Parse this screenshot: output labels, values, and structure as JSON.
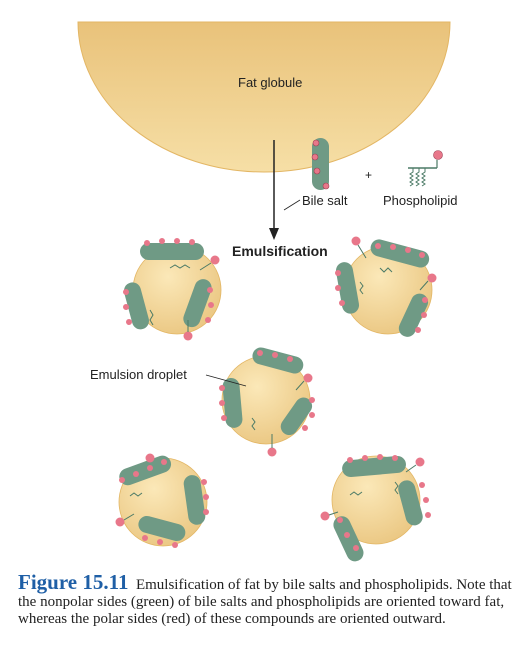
{
  "labels": {
    "fat_globule": "Fat globule",
    "bile_salt": "Bile salt",
    "plus": "+",
    "phospholipid": "Phospholipid",
    "emulsification": "Emulsification",
    "emulsion_droplet": "Emulsion droplet"
  },
  "caption": {
    "figure_number": "Figure 15.11",
    "text": "Emulsification of fat by bile salts and phospholipids. Note that the nonpolar sides (green) of bile salts and phospholipids are oriented toward fat, whereas the polar sides (red) of these compounds are oriented outward."
  },
  "colors": {
    "fat": "#f2d491",
    "fat_edge": "#e3b664",
    "nonpolar_green": "#6f9a85",
    "polar_red": "#e8778a",
    "arrow": "#222222",
    "caption_number": "#1f5fa6"
  }
}
